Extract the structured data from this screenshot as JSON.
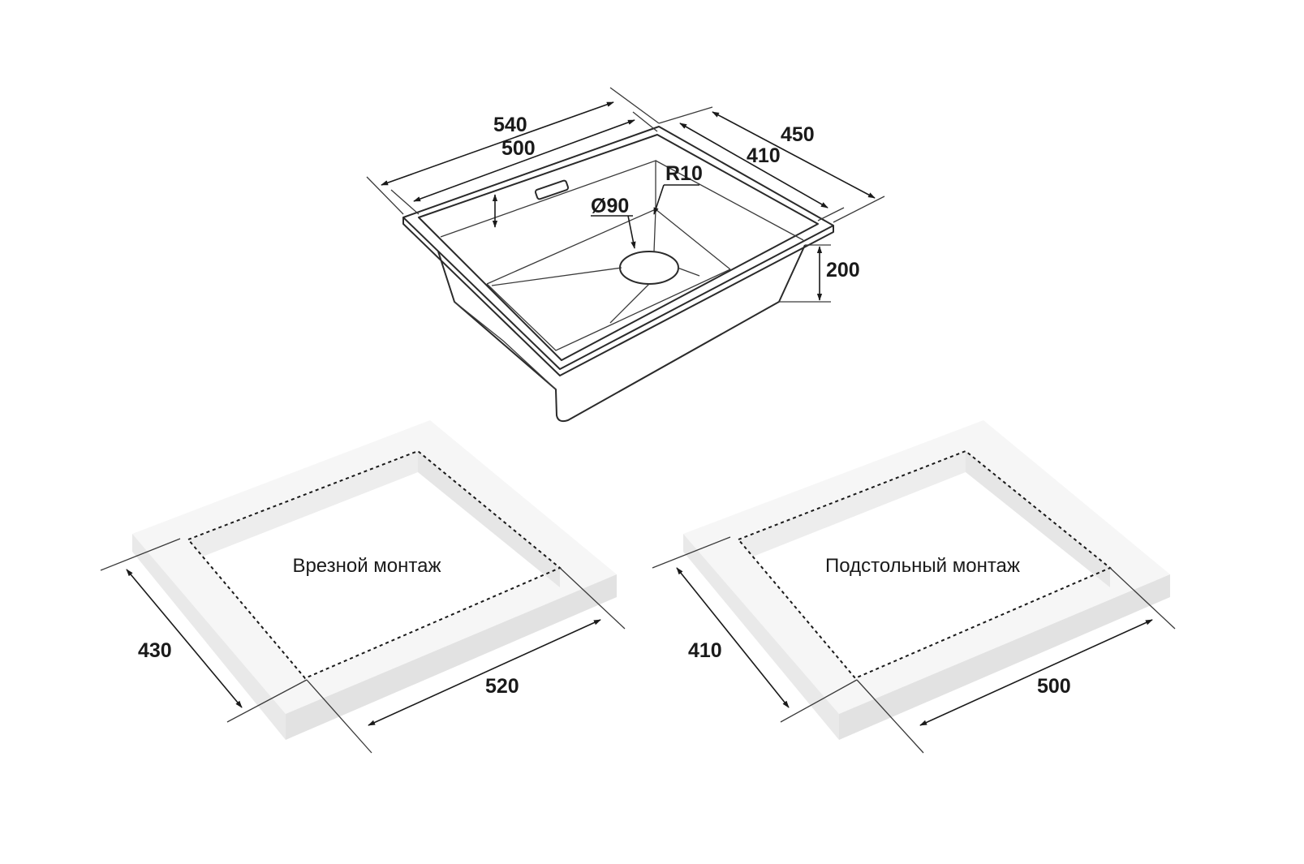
{
  "sink_dimensions": {
    "outer_width": "540",
    "inner_width": "500",
    "outer_depth": "450",
    "inner_depth": "410",
    "corner_radius": "R10",
    "drain_diameter": "Ø90",
    "bowl_height": "200"
  },
  "flush_mount": {
    "caption": "Врезной монтаж",
    "cutout_depth": "430",
    "cutout_width": "520"
  },
  "undermount": {
    "caption": "Подстольный монтаж",
    "cutout_depth": "410",
    "cutout_width": "500"
  },
  "colors": {
    "line": "#1a1a1a",
    "countertop_top": "#f6f6f6",
    "countertop_side": "#e4e4e4",
    "background": "#ffffff"
  }
}
